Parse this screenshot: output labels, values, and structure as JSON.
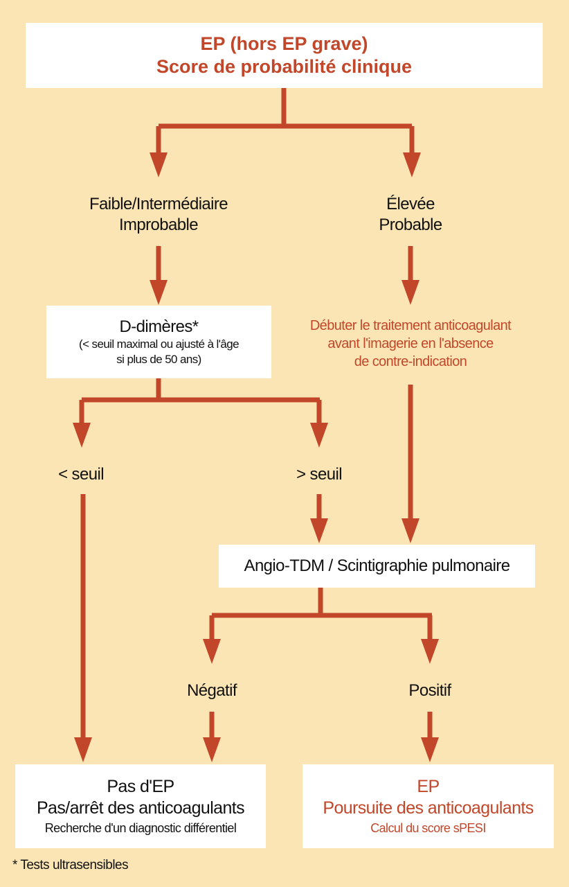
{
  "colors": {
    "background": "#fbe5b4",
    "accent": "#c2472a",
    "box": "#ffffff",
    "text": "#111111"
  },
  "top": {
    "line1": "EP (hors EP grave)",
    "line2": "Score de probabilité clinique"
  },
  "branch_low": {
    "line1": "Faible/Intermédiaire",
    "line2": "Improbable"
  },
  "branch_high": {
    "line1": "Élevée",
    "line2": "Probable"
  },
  "ddimer": {
    "title": "D-dimères*",
    "line2": "(< seuil maximal ou ajusté à l'âge",
    "line3": "si plus de 50 ans)"
  },
  "anticoag_note": {
    "line1": "Débuter le traitement anticoagulant",
    "line2": "avant l'imagerie en l'absence",
    "line3": "de contre-indication"
  },
  "below": "< seuil",
  "above": "> seuil",
  "imaging": "Angio-TDM / Scintigraphie pulmonaire",
  "negative": "Négatif",
  "positive": "Positif",
  "no_pe": {
    "line1": "Pas d'EP",
    "line2": "Pas/arrêt des anticoagulants",
    "line3": "Recherche d'un diagnostic différentiel"
  },
  "pe": {
    "line1": "EP",
    "line2": "Poursuite des anticoagulants",
    "line3": "Calcul du score sPESI"
  },
  "footnote": "* Tests ultrasensibles"
}
